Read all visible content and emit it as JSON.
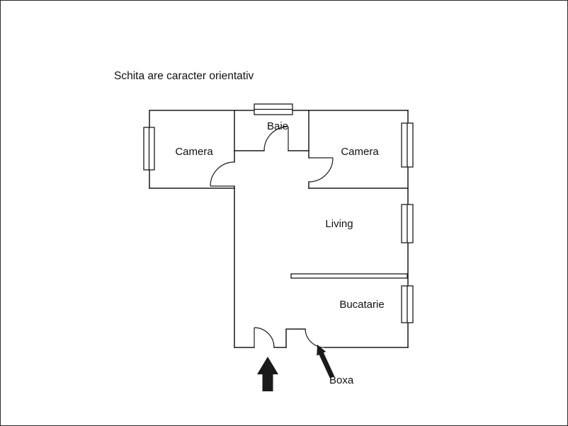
{
  "note": "Schita are caracter orientativ",
  "rooms": {
    "camera_left": {
      "label": "Camera"
    },
    "baie": {
      "label": "Baie"
    },
    "camera_right": {
      "label": "Camera"
    },
    "living": {
      "label": "Living"
    },
    "bucatarie": {
      "label": "Bucatarie"
    }
  },
  "annotations": {
    "boxa": {
      "label": "Boxa"
    }
  },
  "colors": {
    "wall": "#1a1a1a",
    "text": "#111111",
    "background": "#ffffff",
    "border": "#2b2b2b"
  }
}
